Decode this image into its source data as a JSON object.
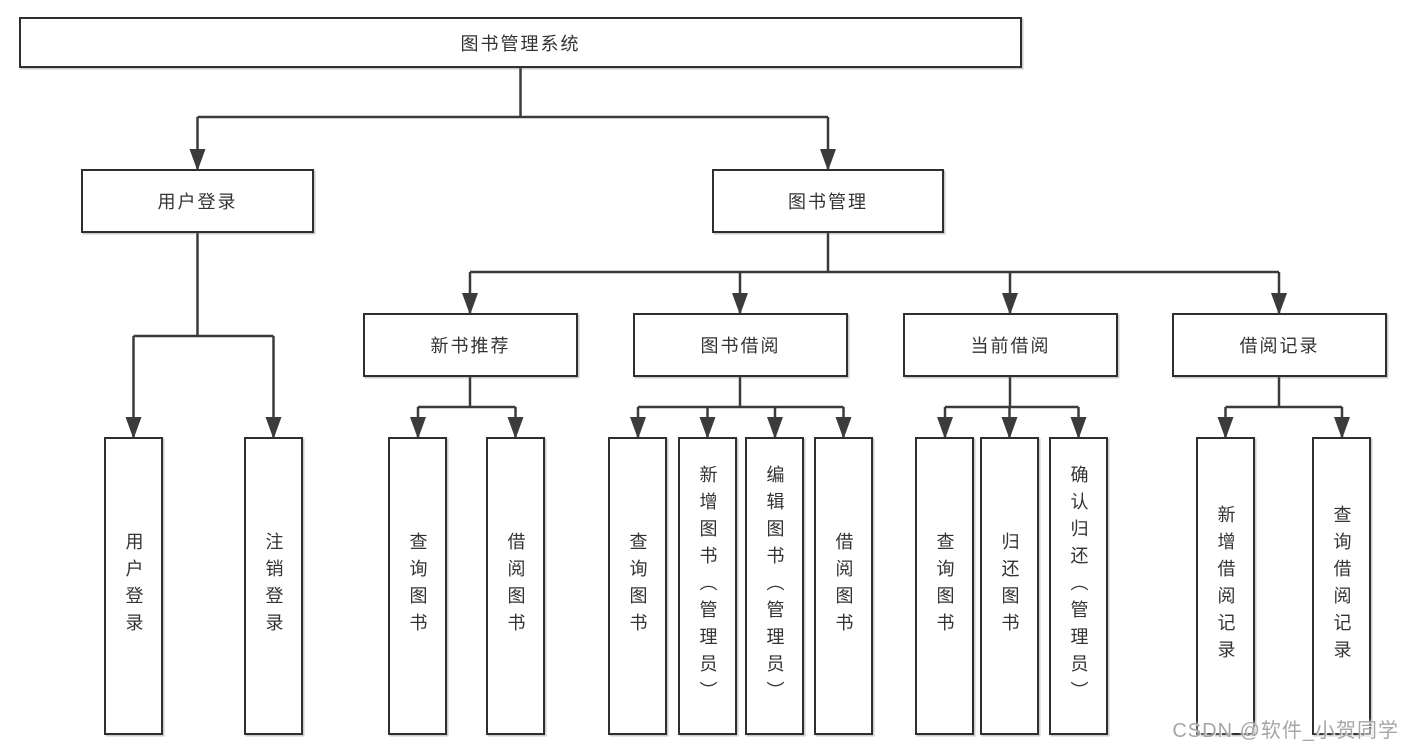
{
  "colors": {
    "box_border": "#2f2f2f",
    "line": "#3b3b3b",
    "text": "#333333",
    "background": "#ffffff",
    "watermark": "#9e9e9e"
  },
  "tree": {
    "root": {
      "label": "图书管理系统"
    },
    "branches": [
      {
        "label": "用户登录",
        "children": [
          {
            "label": "用户登录"
          },
          {
            "label": "注销登录"
          }
        ]
      },
      {
        "label": "图书管理",
        "children": [
          {
            "label": "新书推荐",
            "children": [
              {
                "label": "查询图书"
              },
              {
                "label": "借阅图书"
              }
            ]
          },
          {
            "label": "图书借阅",
            "children": [
              {
                "label": "查询图书"
              },
              {
                "label": "新增图书（管理员）"
              },
              {
                "label": "编辑图书（管理员）"
              },
              {
                "label": "借阅图书"
              }
            ]
          },
          {
            "label": "当前借阅",
            "children": [
              {
                "label": "查询图书"
              },
              {
                "label": "归还图书"
              },
              {
                "label": "确认归还（管理员）"
              }
            ]
          },
          {
            "label": "借阅记录",
            "children": [
              {
                "label": "新增借阅记录"
              },
              {
                "label": "查询借阅记录"
              }
            ]
          }
        ]
      }
    ]
  },
  "watermark": {
    "text": "CSDN @软件_小贺同学"
  }
}
